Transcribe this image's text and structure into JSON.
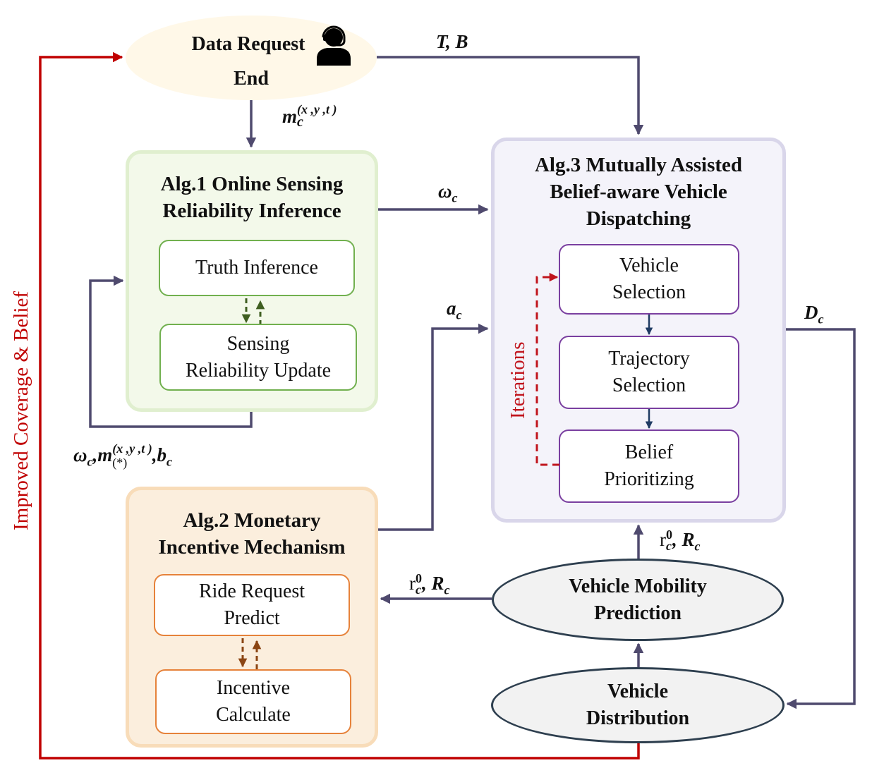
{
  "colors": {
    "wire": "#4f4a6e",
    "feedback": "#c00000",
    "green_dash": "#3f5f21",
    "orange_dash": "#8b4513",
    "iteration": "#c0141c",
    "inner_arrow": "#1f3b63"
  },
  "nodes": {
    "data_request": {
      "line1": "Data Request",
      "line2": "End",
      "icon": "customer-service-agent-icon"
    },
    "vehicle_mobility": {
      "line1": "Vehicle Mobility",
      "line2": "Prediction"
    },
    "vehicle_distribution": {
      "line1": "Vehicle",
      "line2": "Distribution"
    }
  },
  "algorithms": {
    "alg1": {
      "title_line1": "Alg.1 Online Sensing",
      "title_line2": "Reliability Inference",
      "steps": [
        {
          "line1": "Truth Inference",
          "line2": ""
        },
        {
          "line1": "Sensing",
          "line2": "Reliability Update"
        }
      ]
    },
    "alg2": {
      "title_line1": "Alg.2 Monetary",
      "title_line2": "Incentive Mechanism",
      "steps": [
        {
          "line1": "Ride Request",
          "line2": "Predict"
        },
        {
          "line1": "Incentive",
          "line2": "Calculate"
        }
      ]
    },
    "alg3": {
      "title_line1": "Alg.3 Mutually Assisted",
      "title_line2": "Belief-aware Vehicle",
      "title_line3": "Dispatching",
      "steps": [
        {
          "line1": "Vehicle",
          "line2": "Selection"
        },
        {
          "line1": "Trajectory",
          "line2": "Selection"
        },
        {
          "line1": "Belief",
          "line2": "Prioritizing"
        }
      ],
      "loop_label": "Iterations"
    }
  },
  "edge_labels": {
    "t_b": "T, B",
    "m_base": "m",
    "m_sub": "c",
    "m_sup": "(x ,y ,t )",
    "omega": "ω",
    "omega_sub": "c",
    "a": "a",
    "a_sub": "c",
    "d": "D",
    "d_sub": "c",
    "feedback_omega": "ω",
    "feedback_omega_sub": "c",
    "feedback_m": "m",
    "feedback_m_sup": "(x ,y ,t )",
    "feedback_m_sub": "(*)",
    "feedback_b": "b",
    "feedback_b_sub": "c",
    "r_base": "r",
    "r_sup": "0",
    "r_sub": "c",
    "R": "R",
    "R_sub": "c",
    "separator": ","
  },
  "side_label": "Improved Coverage & Belief"
}
